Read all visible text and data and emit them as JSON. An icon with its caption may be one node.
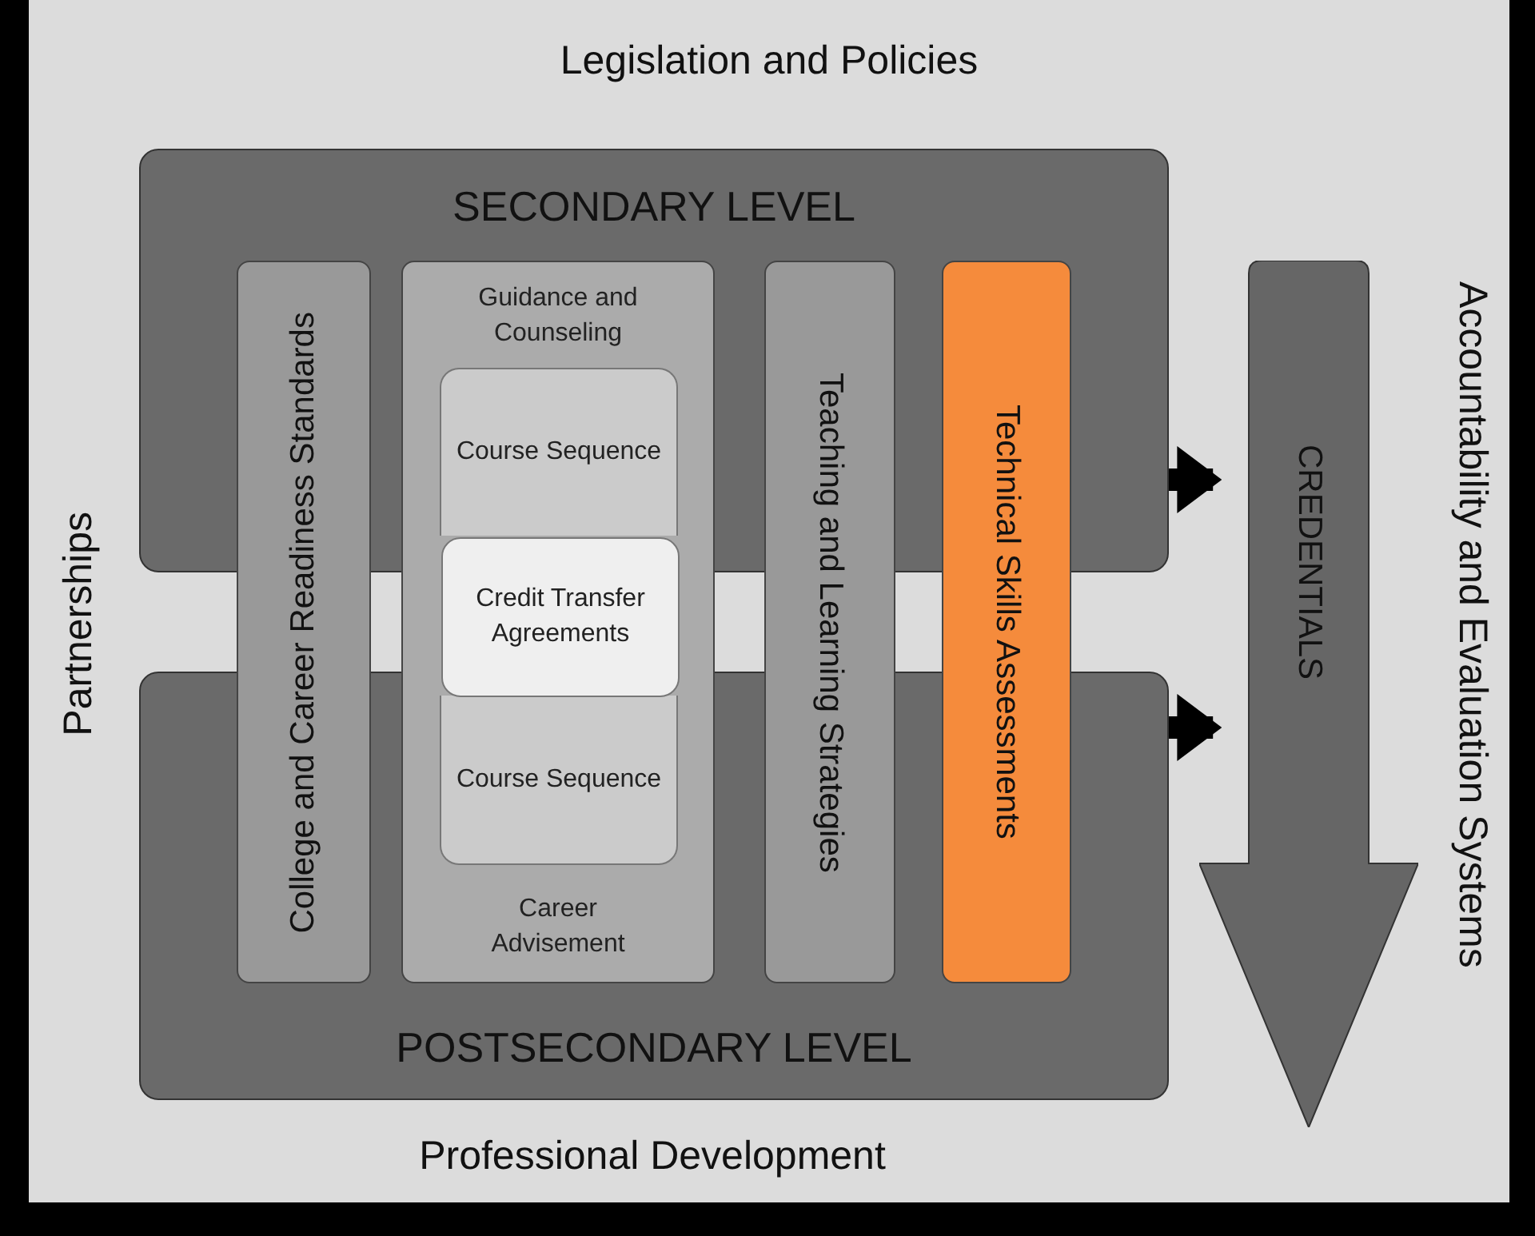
{
  "diagram": {
    "nodes": [
      {
        "text": [
          "SECONDARY LEVEL"
        ]
      },
      {
        "text": [
          "POSTSECONDARY LEVEL"
        ]
      },
      {
        "text": [
          "College and Career Readiness Standards"
        ]
      },
      {
        "text": [
          "Guidance and Counseling",
          "Career Advisement"
        ]
      },
      {
        "text": [
          "Course Sequence"
        ]
      },
      {
        "text": [
          "Credit Transfer Agreements"
        ],
        "in": 3
      },
      {
        "text": [
          "Course Sequence"
        ]
      },
      {
        "text": [
          "Teaching and Learning Strategies"
        ]
      },
      {
        "text": [
          "Technical Skills Assessments"
        ]
      },
      {
        "text": [
          "CREDENTIALS"
        ]
      }
    ],
    "edges": [
      {
        "from": 0,
        "to": 9,
        "arrow": "to"
      },
      {
        "from": 1,
        "to": 9,
        "arrow": "to"
      }
    ],
    "labels": [
      "Legislation and Policies",
      "Partnerships",
      "Accountability and Evaluation Systems",
      "Professional Development"
    ]
  }
}
